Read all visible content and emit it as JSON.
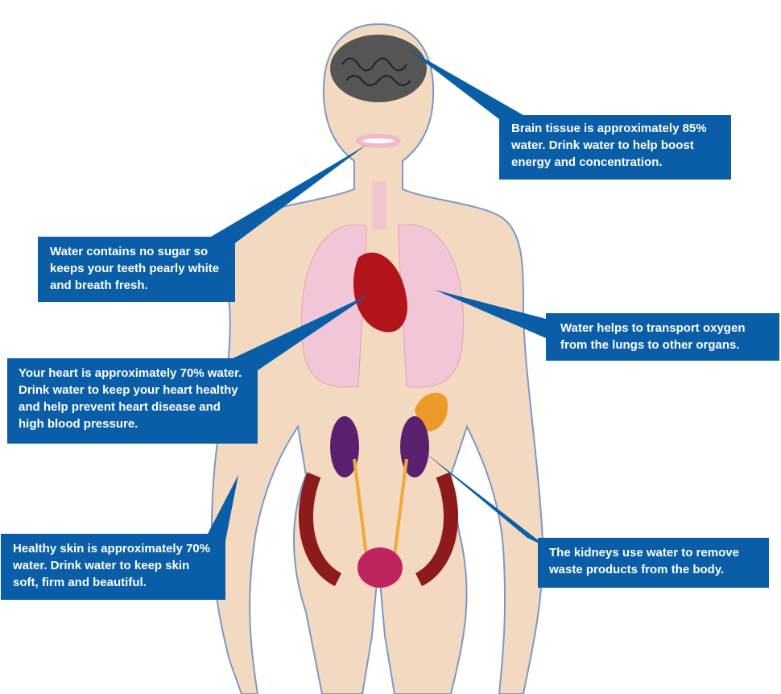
{
  "colors": {
    "callout": "#0A5EA8",
    "skin": "#F3D9C0",
    "outline": "#7A98C9"
  },
  "callouts": {
    "brain": "Brain tissue is approximately 85% water. Drink water to help boost energy and concentration.",
    "teeth": "Water contains no sugar so keeps your teeth pearly white and breath fresh.",
    "lungs": "Water helps to transport oxygen from the lungs to other organs.",
    "heart": "Your heart is approximately 70% water. Drink water to keep your heart healthy and help prevent heart disease and high blood pressure.",
    "skin": "Healthy skin is approximately 70% water. Drink water to keep skin soft, firm and beautiful.",
    "kidneys": "The kidneys use water to remove waste products from the body."
  }
}
